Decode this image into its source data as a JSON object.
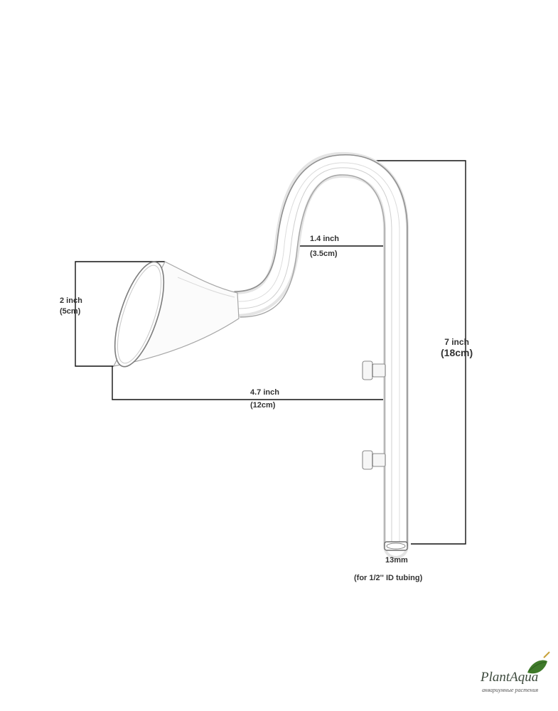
{
  "dimensions": {
    "top_span": "1.4 inch",
    "top_span_metric": "(3.5cm)",
    "mouth_height": "2 inch",
    "mouth_height_metric": "(5cm)",
    "total_height": "7 inch",
    "total_height_metric": "(18cm)",
    "reach": "4.7 inch",
    "reach_metric": "(12cm)",
    "tube_diameter": "13mm",
    "tube_note": "(for 1/2'' ID tubing)"
  },
  "logo": {
    "name": "PlantAqua",
    "tagline": "аквариумные растения"
  },
  "colors": {
    "dimension_line": "#111111",
    "glass_edge": "#9a9a9a",
    "logo_text": "#3d4a3d",
    "leaf_green": "#3f7a2a"
  }
}
